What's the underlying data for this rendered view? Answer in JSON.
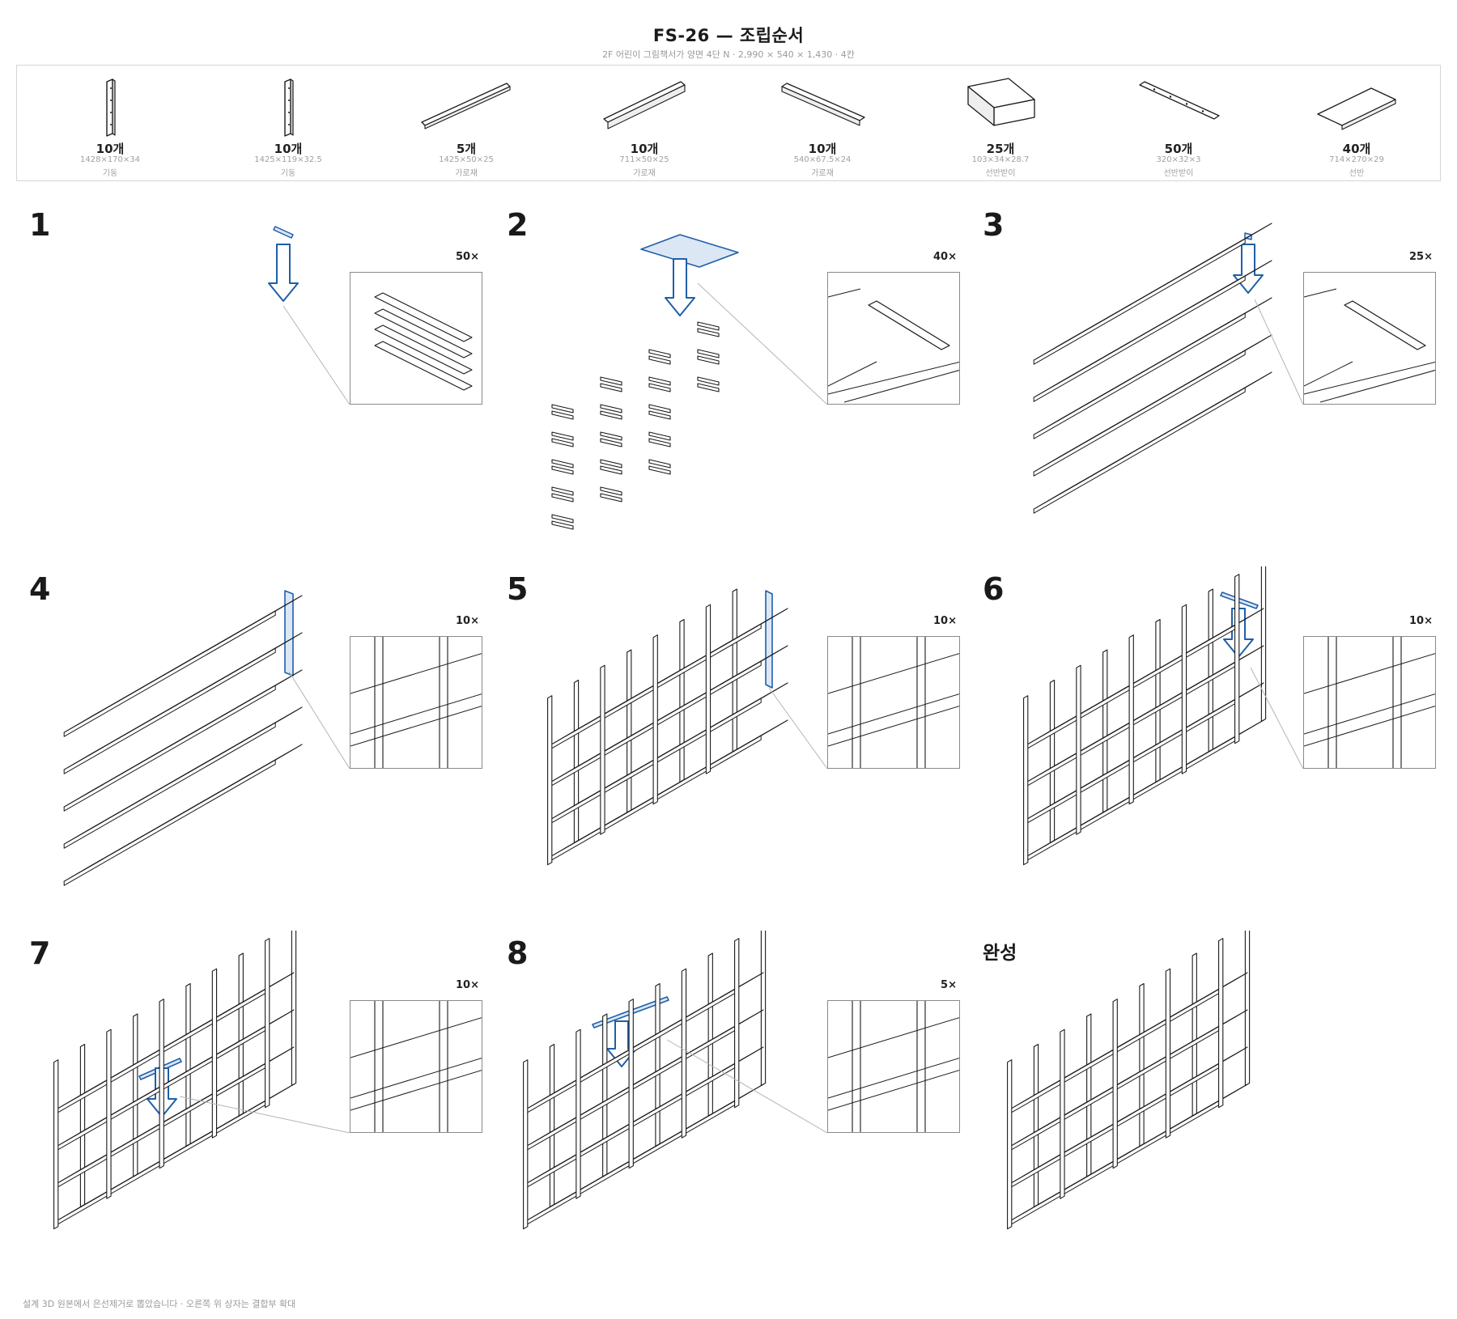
{
  "header": {
    "title": "FS-26 — 조립순서",
    "subtitle": "2F 어린이 그림책서가 양면 4단 N · 2,990 × 540 × 1,430 · 4칸"
  },
  "parts": [
    {
      "qty": "10개",
      "dims": "1428×170×34",
      "type": "기둥",
      "icon": "post-icon"
    },
    {
      "qty": "10개",
      "dims": "1425×119×32.5",
      "type": "기둥",
      "icon": "post-icon"
    },
    {
      "qty": "5개",
      "dims": "1425×50×25",
      "type": "가로재",
      "icon": "rail-icon"
    },
    {
      "qty": "10개",
      "dims": "711×50×25",
      "type": "가로재",
      "icon": "rail-icon"
    },
    {
      "qty": "10개",
      "dims": "540×67.5×24",
      "type": "가로재",
      "icon": "rail-icon"
    },
    {
      "qty": "25개",
      "dims": "103×34×28.7",
      "type": "선반받이",
      "icon": "bracket-icon"
    },
    {
      "qty": "50개",
      "dims": "320×32×3",
      "type": "선반받이",
      "icon": "plate-icon"
    },
    {
      "qty": "40개",
      "dims": "714×270×29",
      "type": "선반",
      "icon": "shelf-board-icon"
    }
  ],
  "steps": [
    {
      "number": "1",
      "count": "50×"
    },
    {
      "number": "2",
      "count": "40×"
    },
    {
      "number": "3",
      "count": "25×"
    },
    {
      "number": "4",
      "count": "10×"
    },
    {
      "number": "5",
      "count": "10×"
    },
    {
      "number": "6",
      "count": "10×"
    },
    {
      "number": "7",
      "count": "10×"
    },
    {
      "number": "8",
      "count": "5×"
    }
  ],
  "final_label": "완성",
  "footer": "설계 3D 원본에서 은선제거로 뽑았습니다 · 오른쪽 위 상자는 결합부 확대",
  "colors": {
    "highlight": "#1f5fa8",
    "line": "#1a1a1a",
    "frame": "#8a8a8a"
  }
}
